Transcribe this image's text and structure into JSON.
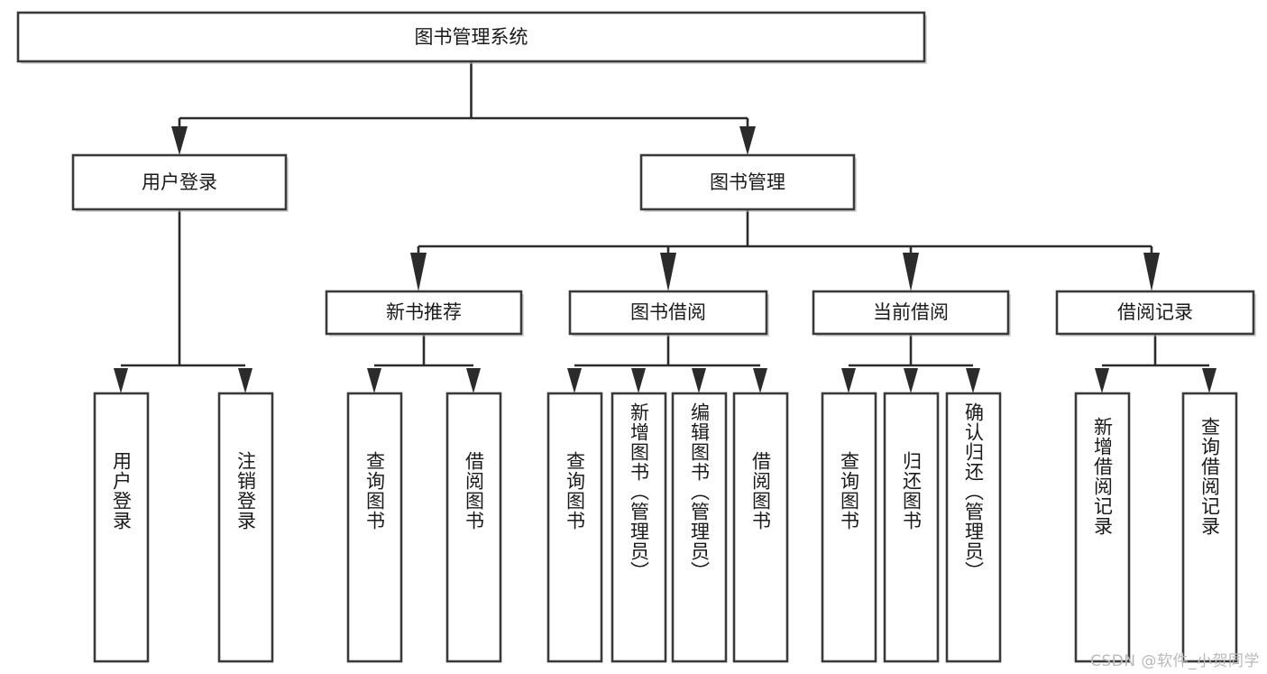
{
  "diagram": {
    "type": "tree-hierarchy",
    "title": "图书管理系统",
    "orientation": "top-down",
    "colors": {
      "box_stroke": "#3a3a3a",
      "box_fill": "#ffffff",
      "connector": "#2b2b2b",
      "text": "#1a1a1a",
      "watermark": "#b9b9b9",
      "background": "#ffffff"
    }
  },
  "root": {
    "label": "图书管理系统"
  },
  "level2": [
    {
      "label": "用户登录"
    },
    {
      "label": "图书管理"
    }
  ],
  "level3": [
    {
      "label": "新书推荐"
    },
    {
      "label": "图书借阅"
    },
    {
      "label": "当前借阅"
    },
    {
      "label": "借阅记录"
    }
  ],
  "leaves": {
    "user_login": [
      {
        "label": "用户登录"
      },
      {
        "label": "注销登录"
      }
    ],
    "new_book_recommend": [
      {
        "label": "查询图书"
      },
      {
        "label": "借阅图书"
      }
    ],
    "book_borrow": [
      {
        "label": "查询图书"
      },
      {
        "label": "新增图书（管理员）"
      },
      {
        "label": "编辑图书（管理员）"
      },
      {
        "label": "借阅图书"
      }
    ],
    "current_borrow": [
      {
        "label": "查询图书"
      },
      {
        "label": "归还图书"
      },
      {
        "label": "确认归还（管理员）"
      }
    ],
    "borrow_record": [
      {
        "label": "新增借阅记录"
      },
      {
        "label": "查询借阅记录"
      }
    ]
  },
  "watermark": {
    "text": "CSDN @软件_小贺同学"
  }
}
